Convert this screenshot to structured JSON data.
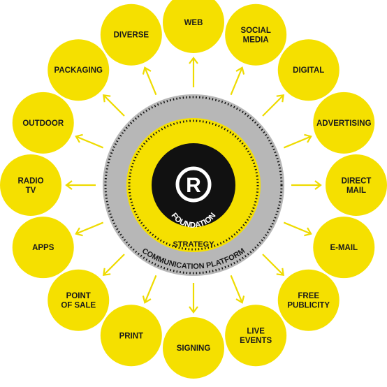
{
  "colors": {
    "yellow": "#F5E000",
    "black": "#111111",
    "gray": "#B7B7B7",
    "arrow": "#EEDB00"
  },
  "core": {
    "symbol": "R",
    "foundation": "FOUNDATION",
    "strategy": "STRATEGY",
    "platform": "COMMUNICATION PLATFORM"
  },
  "channels": [
    {
      "line1": "WEB",
      "line2": ""
    },
    {
      "line1": "SOCIAL",
      "line2": "MEDIA"
    },
    {
      "line1": "DIGITAL",
      "line2": ""
    },
    {
      "line1": "ADVERTISING",
      "line2": ""
    },
    {
      "line1": "DIRECT",
      "line2": "MAIL"
    },
    {
      "line1": "E-MAIL",
      "line2": ""
    },
    {
      "line1": "FREE",
      "line2": "PUBLICITY"
    },
    {
      "line1": "LIVE",
      "line2": "EVENTS"
    },
    {
      "line1": "SIGNING",
      "line2": ""
    },
    {
      "line1": "PRINT",
      "line2": ""
    },
    {
      "line1": "POINT",
      "line2": "OF SALE"
    },
    {
      "line1": "APPS",
      "line2": ""
    },
    {
      "line1": "RADIO",
      "line2": "TV"
    },
    {
      "line1": "OUTDOOR",
      "line2": ""
    },
    {
      "line1": "PACKAGING",
      "line2": ""
    },
    {
      "line1": "DIVERSE",
      "line2": ""
    }
  ]
}
